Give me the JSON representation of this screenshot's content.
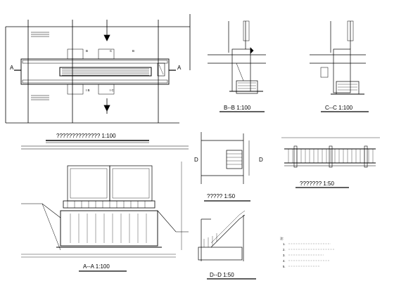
{
  "sheet": {
    "views": {
      "plan": {
        "caption": "??????????????  1:100",
        "section_marks": [
          "A",
          "B",
          "B",
          "C",
          "C"
        ],
        "cut_labels": [
          "I B",
          "I C"
        ]
      },
      "section_aa": {
        "caption": "A--A  1:100",
        "marks": []
      },
      "section_bb": {
        "caption": "B--B  1:100"
      },
      "section_cc": {
        "caption": "C--C  1:100"
      },
      "stair_plan": {
        "caption": "?????  1:50",
        "mark": "D"
      },
      "railing": {
        "caption": "???????  1:50"
      },
      "section_dd": {
        "caption": "D--D  1:50"
      }
    },
    "notes": {
      "heading": "注:",
      "items": [
        "1.",
        "2.",
        "3.",
        "4.",
        "5."
      ]
    }
  }
}
